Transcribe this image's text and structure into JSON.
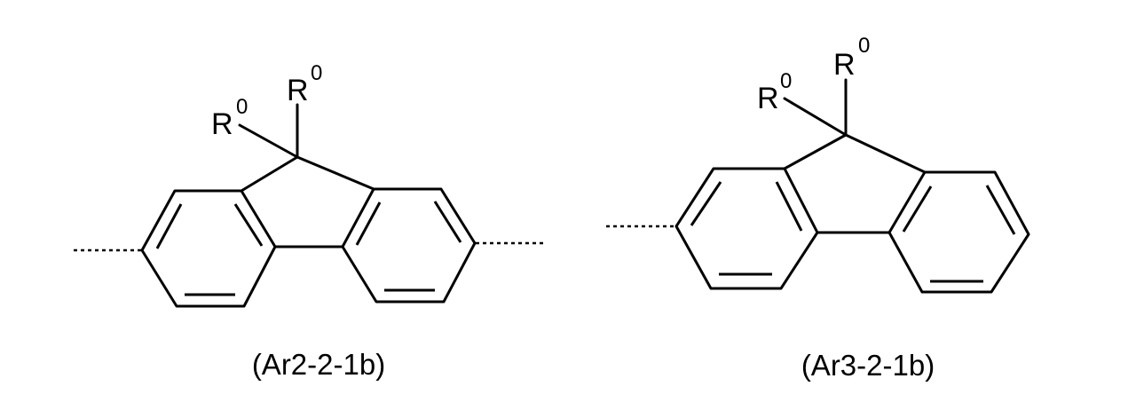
{
  "structures": [
    {
      "id": "Ar2-2-1b",
      "caption": "(Ar2-2-1b)",
      "substituents": [
        {
          "symbol": "R",
          "superscript": "0"
        },
        {
          "symbol": "R",
          "superscript": "0"
        }
      ],
      "attachment_points": 2,
      "description": "9,9-disubstituted fluorene, 2,7-divalent"
    },
    {
      "id": "Ar3-2-1b",
      "caption": "(Ar3-2-1b)",
      "substituents": [
        {
          "symbol": "R",
          "superscript": "0"
        },
        {
          "symbol": "R",
          "superscript": "0"
        }
      ],
      "attachment_points": 1,
      "description": "9,9-disubstituted fluorene, 2-monovalent"
    }
  ]
}
